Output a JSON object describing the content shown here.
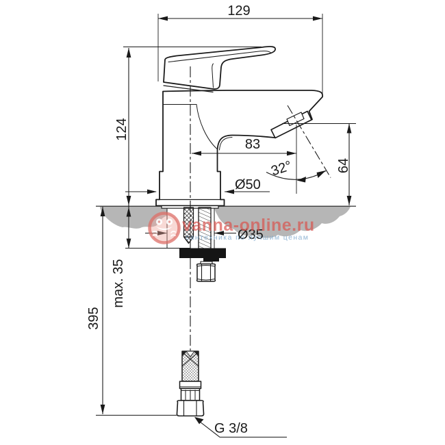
{
  "drawing": {
    "subject": "basin-mixer-installation-drawing",
    "line_color": "#1a1a1a",
    "deck_color": "#b6b6b6",
    "clamp_color": "#151515",
    "dims": {
      "overall_width": "129",
      "overall_height": "124",
      "spout_reach": "83",
      "spout_height": "64",
      "spout_angle": "32°",
      "base_diameter": "Ø50",
      "hole_diameter": "Ø35",
      "max_deck_thickness": "max. 35",
      "hose_length": "395",
      "connection_thread": "G 3/8"
    }
  },
  "watermark": {
    "brand": "vanna-online.ru",
    "tagline": "сантехника по лучшим ценам",
    "brand_color": "#d8524c",
    "tagline_color": "#7da8cc"
  }
}
